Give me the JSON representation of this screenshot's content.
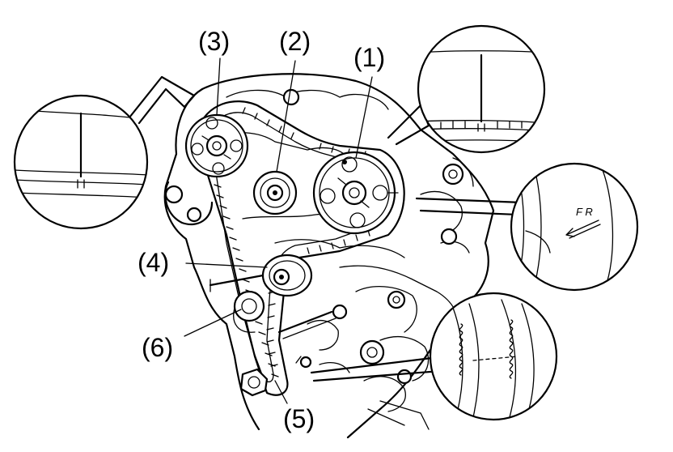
{
  "labels": {
    "part1": "(1)",
    "part2": "(2)",
    "part3": "(3)",
    "part4": "(4)",
    "part5": "(5)",
    "part6": "(6)"
  },
  "detail_marks": {
    "direction": "F R"
  },
  "colors": {
    "ink": "#000000",
    "paper": "#ffffff"
  }
}
